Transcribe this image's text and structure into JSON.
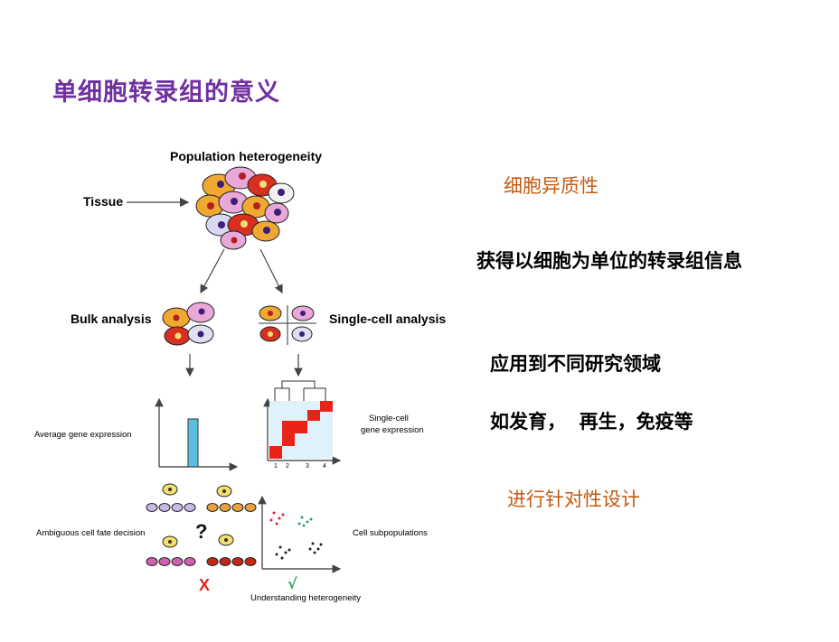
{
  "slide": {
    "title": "单细胞转录组的意义",
    "points": [
      {
        "text": "细胞异质性",
        "style": "orange"
      },
      {
        "text": "获得以细胞为单位的转录组信息",
        "style": "black"
      },
      {
        "text": "应用到不同研究领域",
        "style": "black"
      },
      {
        "text": "如发育，  再生，免疫等",
        "style": "black"
      },
      {
        "text": "进行针对性设计",
        "style": "orange"
      }
    ]
  },
  "figure": {
    "population_label": "Population heterogeneity",
    "tissue_label": "Tissue",
    "bulk_label": "Bulk analysis",
    "single_cell_label": "Single-cell analysis",
    "avg_expr_label": "Average gene expression",
    "sc_expr_label_line1": "Single-cell",
    "sc_expr_label_line2": "gene expression",
    "heatmap_cols": [
      "1",
      "2",
      "3",
      "4"
    ],
    "ambiguous_label": "Ambiguous cell fate decision",
    "question_mark": "?",
    "cross_mark": "X",
    "check_mark": "√",
    "subpop_label": "Cell subpopulations",
    "understanding_label": "Understanding heterogeneity",
    "colors": {
      "title": "#7030a0",
      "orange_text": "#c55a11",
      "bar": "#5bc0de",
      "heat_bg": "#dff2fb",
      "heat_on": "#e8231a",
      "cross": "#e8231a",
      "check": "#2e9e5b"
    }
  }
}
